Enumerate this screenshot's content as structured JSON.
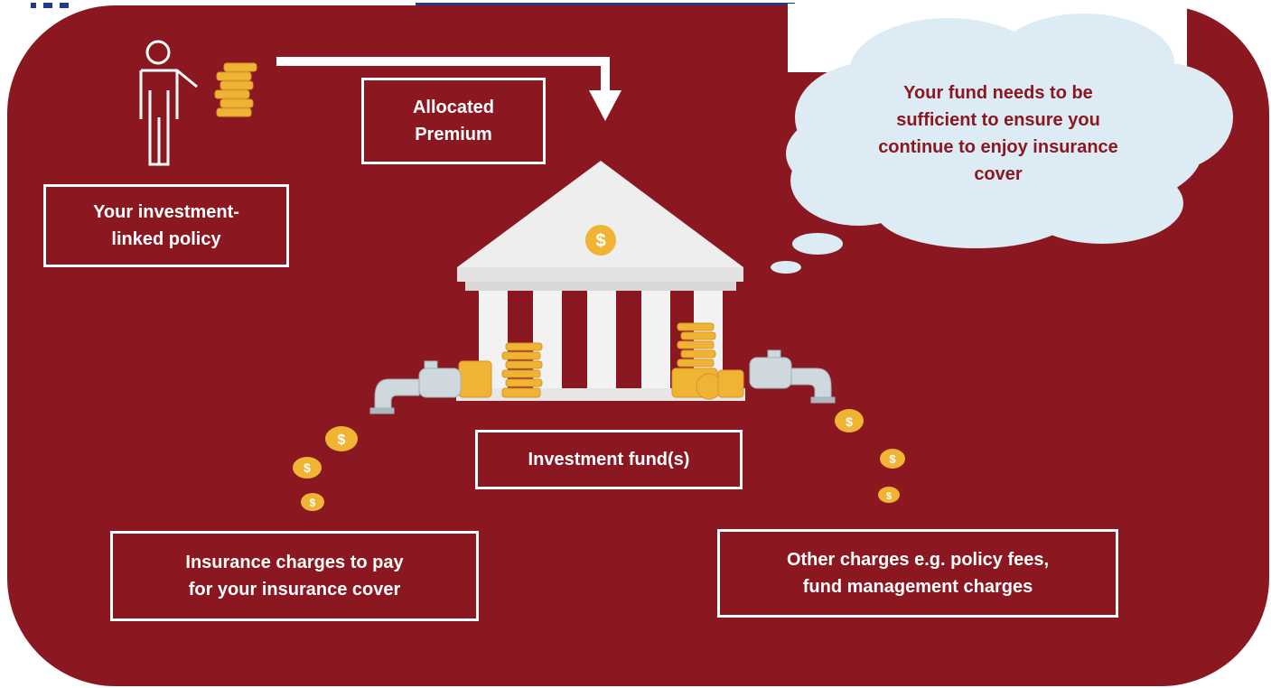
{
  "colors": {
    "panel": "#8b1720",
    "text_on_panel": "#ffffff",
    "cloud_text": "#8b1720",
    "cloud_fill": "#dcebf4",
    "coin": "#f0b435",
    "building": "#eeeeee",
    "header_text": "#1f3b8c"
  },
  "icons": [
    "person-icon",
    "coin-stack-icon",
    "bank-building-icon",
    "dollar-badge-icon",
    "tap-icon",
    "dollar-coin-icon",
    "cloud-icon",
    "arrow-icon"
  ],
  "labels": {
    "policy": [
      "Your investment-",
      "linked policy"
    ],
    "allocated_premium": [
      "Allocated",
      "Premium"
    ],
    "cloud": [
      "Your fund needs to be",
      "sufficient to ensure you",
      "continue to enjoy insurance",
      "cover"
    ],
    "investment_funds": "Investment fund(s)",
    "insurance_charges": [
      "Insurance charges to pay",
      "for your insurance cover"
    ],
    "other_charges": [
      "Other charges e.g. policy fees,",
      "fund management charges"
    ]
  }
}
